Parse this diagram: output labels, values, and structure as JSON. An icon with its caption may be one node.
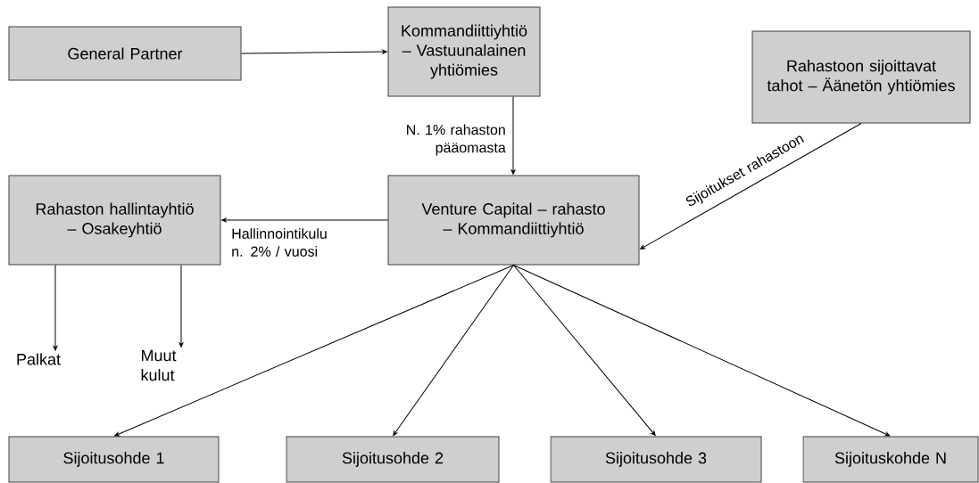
{
  "diagram": {
    "nodes": [
      {
        "text": [
          "General Partner"
        ]
      },
      {
        "text": [
          "Kommandiittiyhtiö – Vastuunalainen yhtiömies"
        ]
      },
      {
        "text": [
          "Rahastoon sijoittavat tahot – Äänetön yhtiömies"
        ]
      },
      {
        "text": [
          "Rahaston hallintayhtiö – Osakeyhtiö"
        ]
      },
      {
        "text": [
          "Venture Capital – rahasto – Kommandiittiyhtiö"
        ]
      },
      {
        "text": [
          "Palkat"
        ]
      },
      {
        "text": [
          "Muut kulut"
        ]
      },
      {
        "text": [
          "Sijoitusohde 1"
        ]
      },
      {
        "text": [
          "Sijoitusohde 2"
        ]
      },
      {
        "text": [
          "Sijoitusohde 3"
        ]
      },
      {
        "text": [
          "Sijoituskohde N"
        ]
      }
    ],
    "edges": [
      {
        "from": 0,
        "to": 1,
        "arrow": "to"
      },
      {
        "from": 1,
        "to": 4,
        "arrow": "to",
        "label": "N. 1% rahaston pääomasta"
      },
      {
        "from": 2,
        "to": 4,
        "arrow": "to",
        "label": "Sijoitukset rahastoon"
      },
      {
        "from": 4,
        "to": 3,
        "arrow": "to",
        "label": "Hallinnointikulu n. 2% / vuosi"
      },
      {
        "from": 3,
        "to": 5,
        "arrow": "to"
      },
      {
        "from": 3,
        "to": 6,
        "arrow": "to"
      },
      {
        "from": 4,
        "to": 7,
        "arrow": "to"
      },
      {
        "from": 4,
        "to": 8,
        "arrow": "to"
      },
      {
        "from": 4,
        "to": 9,
        "arrow": "to"
      },
      {
        "from": 4,
        "to": 10,
        "arrow": "to"
      }
    ]
  }
}
